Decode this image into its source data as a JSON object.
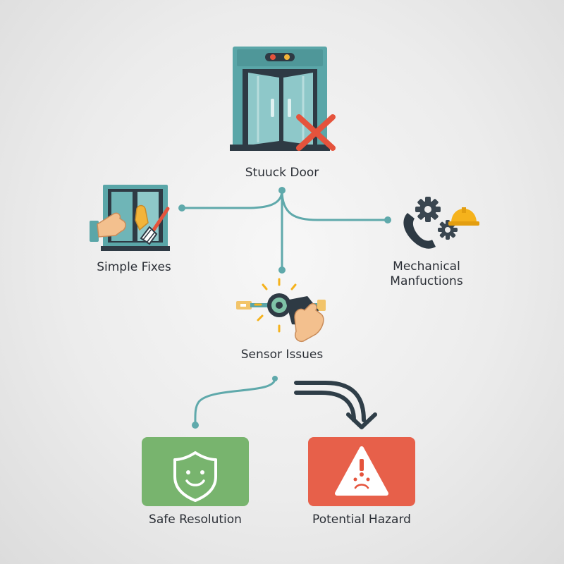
{
  "nodes": {
    "stuck_door": {
      "label": "Stuuck Door",
      "icon": "elevator-door-icon"
    },
    "simple_fixes": {
      "label": "Simple Fixes",
      "icon": "hand-door-icon"
    },
    "mechanical": {
      "label": "Mechanical\nManfuctions",
      "icon": "gears-phone-icon"
    },
    "sensor_issues": {
      "label": "Sensor Issues",
      "icon": "sensor-hand-icon"
    },
    "safe_resolution": {
      "label": "Safe Resolution",
      "icon": "shield-smile-icon"
    },
    "potential_hazard": {
      "label": "Potential Hazard",
      "icon": "warning-sad-icon"
    }
  },
  "colors": {
    "connector": "#5fa9ab",
    "teal": "#5aa6a8",
    "dark": "#2e3a44",
    "red": "#e5533c",
    "green_box": "#78b46e",
    "red_box": "#e7604a",
    "hand": "#f3c08e",
    "gear": "#3a4650",
    "helmet": "#f5b21c",
    "arrow": "#2f3e48"
  }
}
